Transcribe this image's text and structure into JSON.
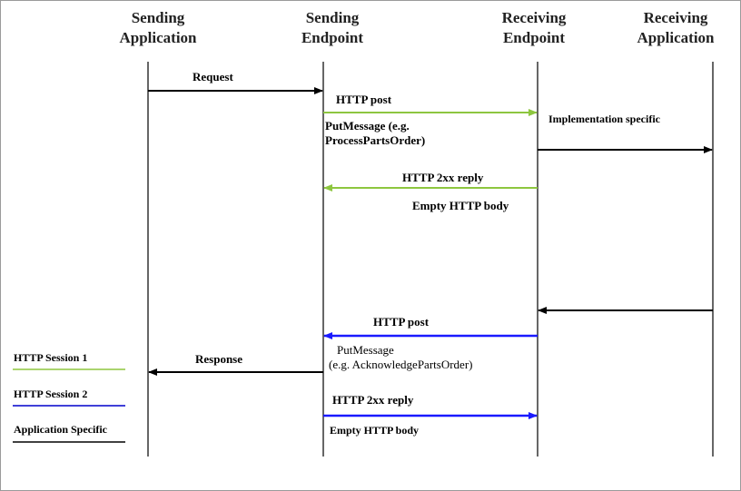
{
  "participants": [
    {
      "line1": "Sending",
      "line2": "Application"
    },
    {
      "line1": "Sending",
      "line2": "Endpoint"
    },
    {
      "line1": "Receiving",
      "line2": "Endpoint"
    },
    {
      "line1": "Receiving",
      "line2": "Application"
    }
  ],
  "messages": {
    "request": "Request",
    "http_post_1": "HTTP post",
    "put_message_1": "PutMessage (e.g. ProcessPartsOrder)",
    "implementation_specific": "Implementation specific",
    "http_2xx_reply_1": "HTTP 2xx reply",
    "empty_body_1": "Empty HTTP body",
    "http_post_2": "HTTP post",
    "put_message_2_line1": "PutMessage",
    "put_message_2_line2": "(e.g. AcknowledgePartsOrder)",
    "response": "Response",
    "http_2xx_reply_2": "HTTP 2xx reply",
    "empty_body_2": "Empty HTTP body"
  },
  "legend": [
    {
      "label": "HTTP Session 1",
      "color": "#8dc63f"
    },
    {
      "label": "HTTP Session 2",
      "color": "#0000cc"
    },
    {
      "label": "Application Specific",
      "color": "#000000"
    }
  ],
  "colors": {
    "session1": "#8dc63f",
    "session2": "#1a1aff",
    "application": "#000000"
  }
}
